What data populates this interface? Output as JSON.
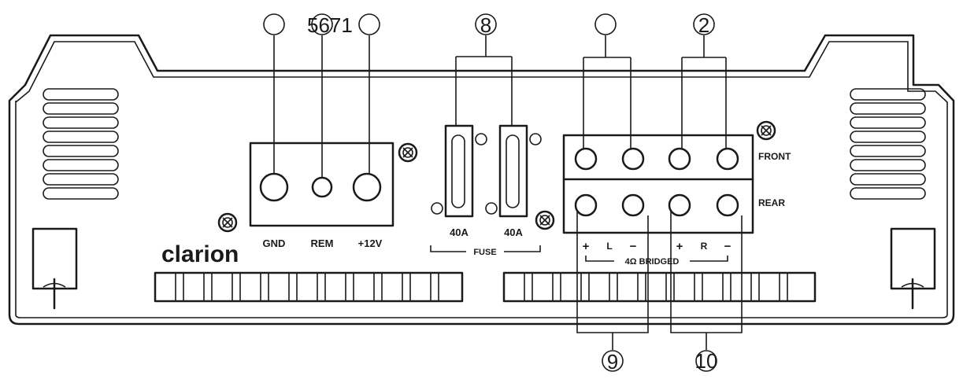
{
  "brand": "clarion",
  "power": {
    "gnd_label": "GND",
    "rem_label": "REM",
    "v12_label": "+12V"
  },
  "fuse": {
    "left_rating": "40A",
    "right_rating": "40A",
    "caption": "FUSE"
  },
  "speakers": {
    "front_label": "FRONT",
    "rear_label": "REAR",
    "left_plus": "+",
    "left_channel": "L",
    "left_minus": "−",
    "right_plus": "+",
    "right_channel": "R",
    "right_minus": "−",
    "bridged_label": "4Ω BRIDGED"
  },
  "callouts": {
    "top_run": "5671",
    "fuse_number": "8",
    "front_right_number": "2",
    "bottom_left_number": "9",
    "bottom_right_number": "10"
  }
}
